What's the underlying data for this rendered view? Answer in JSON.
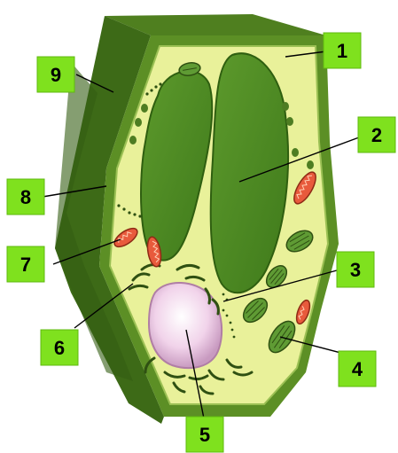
{
  "labels": [
    {
      "id": "1",
      "text": "1"
    },
    {
      "id": "2",
      "text": "2"
    },
    {
      "id": "3",
      "text": "3"
    },
    {
      "id": "4",
      "text": "4"
    },
    {
      "id": "5",
      "text": "5"
    },
    {
      "id": "6",
      "text": "6"
    },
    {
      "id": "7",
      "text": "7"
    },
    {
      "id": "8",
      "text": "8"
    },
    {
      "id": "9",
      "text": "9"
    }
  ],
  "colors": {
    "label_box": "#7fe11e",
    "cell_wall_dark": "#3d6a17",
    "cell_wall_light": "#5c8f25",
    "cytoplasm": "#e9f19a",
    "vacuole_green": "#4e8a23",
    "nucleus": "#f3d7ec",
    "mitochondria": "#e85a3c",
    "chloroplast": "#5f9b34",
    "golgi": "#2f5012"
  }
}
